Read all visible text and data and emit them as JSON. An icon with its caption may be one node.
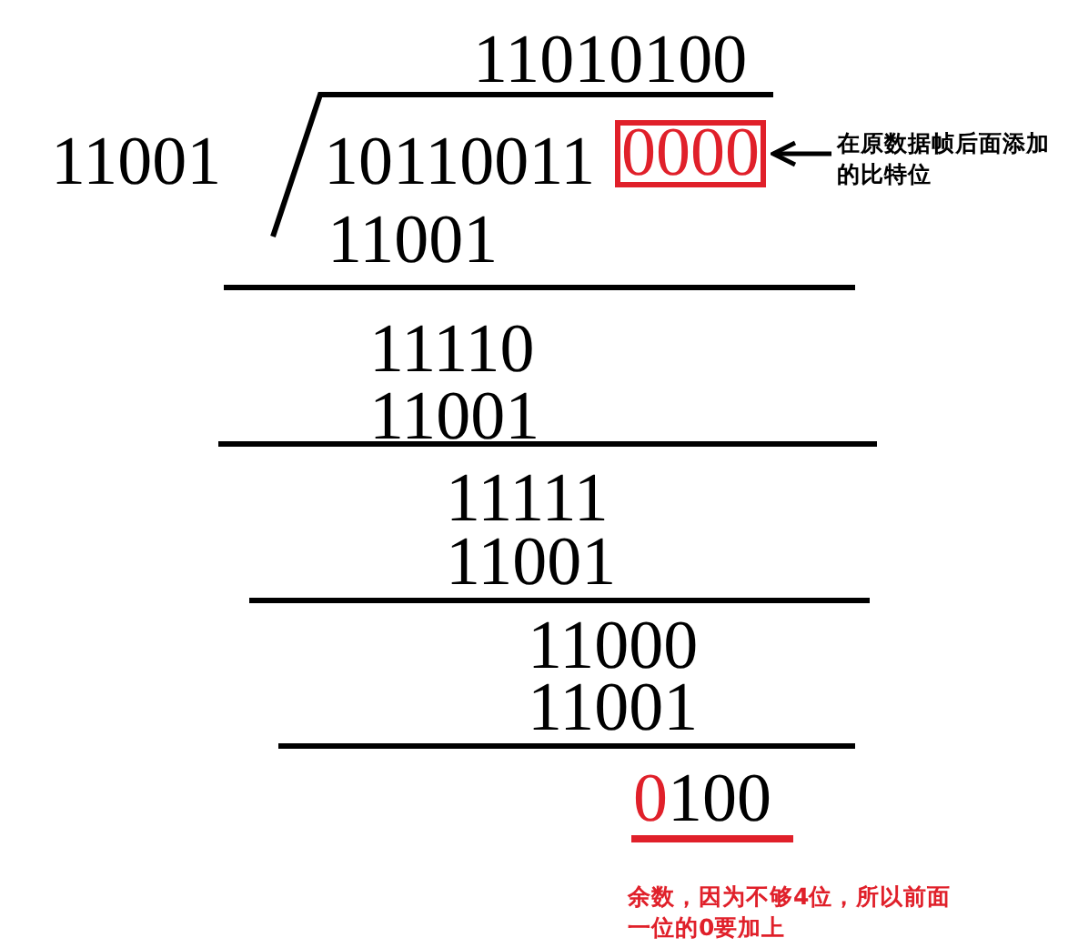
{
  "diagram": {
    "nodes": [
      {
        "text": [
          "0000"
        ]
      },
      {
        "text": [
          "在原数据帧后面添加的比特位"
        ]
      }
    ],
    "edges": [
      {
        "from": 1,
        "to": 0,
        "arrow": "to"
      }
    ],
    "labels": [
      "11010100",
      "11001",
      "10110011",
      "11001",
      "11110",
      "11001",
      "11111",
      "11001",
      "11000",
      "11001",
      "0100",
      "余数，因为不够4位，所以前面一位的0要加上"
    ]
  }
}
